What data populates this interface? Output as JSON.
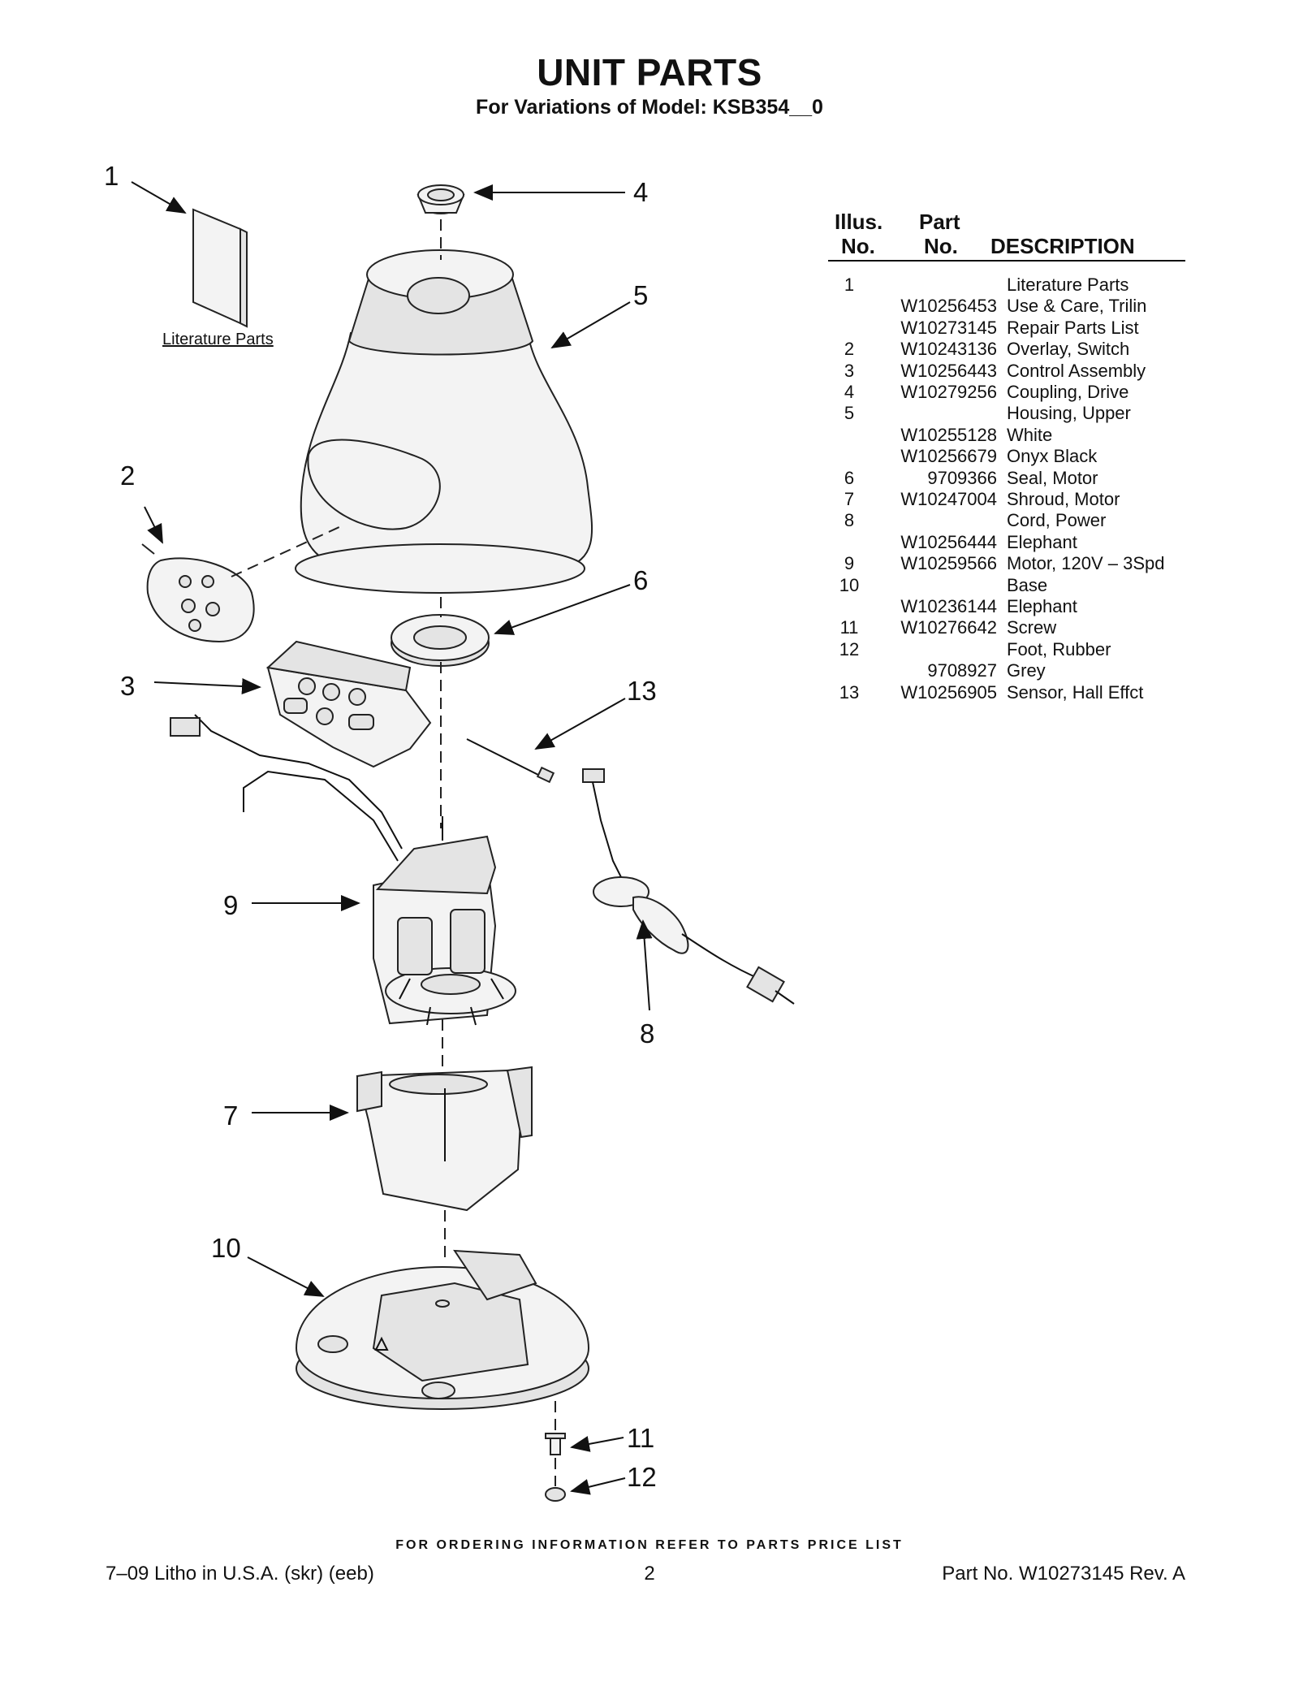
{
  "header": {
    "title": "UNIT PARTS",
    "subtitle": "For Variations of Model: KSB354__0"
  },
  "diagram": {
    "callouts": [
      "1",
      "2",
      "3",
      "4",
      "5",
      "6",
      "7",
      "8",
      "9",
      "10",
      "11",
      "12",
      "13"
    ],
    "literature_label": "Literature Parts"
  },
  "table": {
    "headers": {
      "illus_line1": "Illus.",
      "illus_line2": "No.",
      "part_line1": "Part",
      "part_line2": "No.",
      "description": "DESCRIPTION"
    },
    "rows": [
      {
        "illus": "1",
        "part": "",
        "desc": "Literature Parts"
      },
      {
        "illus": "",
        "part": "W10256453",
        "desc": "Use & Care, Trilin"
      },
      {
        "illus": "",
        "part": "W10273145",
        "desc": "Repair Parts List"
      },
      {
        "illus": "2",
        "part": "W10243136",
        "desc": "Overlay, Switch"
      },
      {
        "illus": "3",
        "part": "W10256443",
        "desc": "Control Assembly"
      },
      {
        "illus": "4",
        "part": "W10279256",
        "desc": "Coupling, Drive"
      },
      {
        "illus": "5",
        "part": "",
        "desc": "Housing, Upper"
      },
      {
        "illus": "",
        "part": "W10255128",
        "desc": "White"
      },
      {
        "illus": "",
        "part": "W10256679",
        "desc": "Onyx Black"
      },
      {
        "illus": "6",
        "part": "9709366",
        "desc": "Seal, Motor"
      },
      {
        "illus": "7",
        "part": "W10247004",
        "desc": "Shroud, Motor"
      },
      {
        "illus": "8",
        "part": "",
        "desc": "Cord, Power"
      },
      {
        "illus": "",
        "part": "W10256444",
        "desc": "Elephant"
      },
      {
        "illus": "9",
        "part": "W10259566",
        "desc": "Motor, 120V – 3Spd"
      },
      {
        "illus": "10",
        "part": "",
        "desc": "Base"
      },
      {
        "illus": "",
        "part": "W10236144",
        "desc": "Elephant"
      },
      {
        "illus": "11",
        "part": "W10276642",
        "desc": "Screw"
      },
      {
        "illus": "12",
        "part": "",
        "desc": "Foot, Rubber"
      },
      {
        "illus": "",
        "part": "9708927",
        "desc": "Grey"
      },
      {
        "illus": "13",
        "part": "W10256905",
        "desc": "Sensor, Hall Effct"
      }
    ]
  },
  "footer": {
    "order_note": "FOR ORDERING INFORMATION REFER TO PARTS PRICE LIST",
    "left": "7–09 Litho in U.S.A. (skr) (eeb)",
    "page": "2",
    "right": "Part No. W10273145 Rev. A"
  }
}
